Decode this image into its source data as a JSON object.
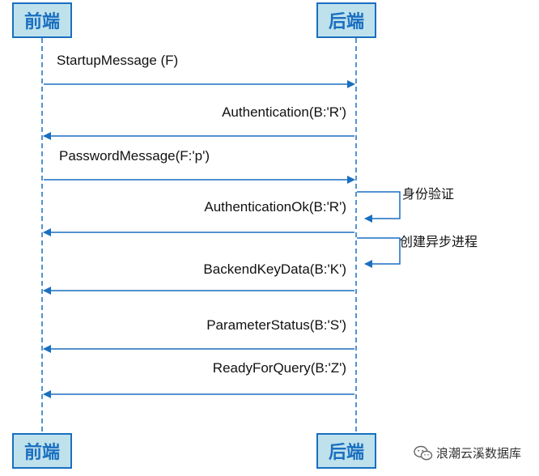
{
  "colors": {
    "accent": "#1a6fc0",
    "box_fill": "#bfe1ec"
  },
  "actors": {
    "frontend": "前端",
    "backend": "后端"
  },
  "messages": [
    {
      "text": "StartupMessage (F)",
      "direction": "to-backend"
    },
    {
      "text": "Authentication(B:'R')",
      "direction": "to-frontend"
    },
    {
      "text": "PasswordMessage(F:'p')",
      "direction": "to-backend"
    },
    {
      "text": "AuthenticationOk(B:'R')",
      "direction": "to-frontend"
    },
    {
      "text": "BackendKeyData(B:'K')",
      "direction": "to-frontend"
    },
    {
      "text": "ParameterStatus(B:'S')",
      "direction": "to-frontend"
    },
    {
      "text": "ReadyForQuery(B:'Z')",
      "direction": "to-frontend"
    }
  ],
  "self_notes": [
    {
      "text": "身份验证"
    },
    {
      "text": "创建异步进程"
    }
  ],
  "watermark": {
    "icon": "wechat-icon",
    "text": "浪潮云溪数据库"
  }
}
